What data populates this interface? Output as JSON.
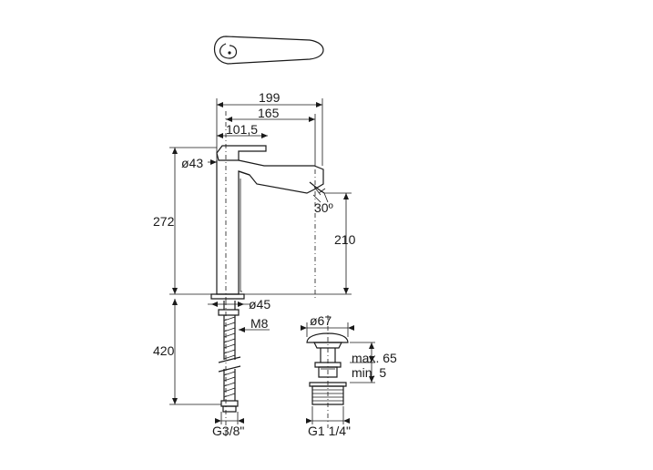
{
  "dimensions": {
    "overall_reach": "199",
    "spout_reach": "165",
    "handle_reach": "101,5",
    "handle_diameter": "ø43",
    "spout_angle": "30º",
    "total_height": "272",
    "spout_height": "210",
    "base_diameter": "ø45",
    "thread": "M8",
    "hose_length": "420",
    "hose_connection": "G3/8\"",
    "waste_diameter": "ø67",
    "waste_max": "max. 65",
    "waste_min": "min. 5",
    "waste_thread": "G1 1/4\""
  }
}
